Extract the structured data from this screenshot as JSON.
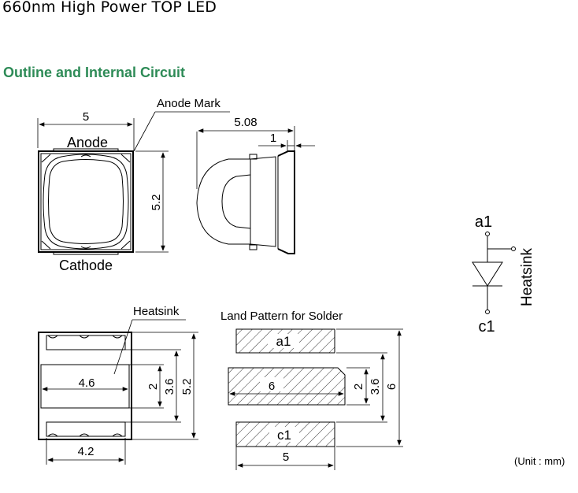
{
  "header": {
    "title": "660nm High Power TOP LED"
  },
  "section": {
    "title": "Outline and Internal Circuit"
  },
  "top_view": {
    "width_dim": "5",
    "height_dim": "5.2",
    "anode_label": "Anode",
    "cathode_label": "Cathode",
    "anode_mark_label": "Anode Mark"
  },
  "side_view": {
    "length_dim": "5.08",
    "thickness_dim": "1"
  },
  "bottom_view": {
    "heatsink_label": "Heatsink",
    "pad_width_dim": "4.6",
    "pad_height_dim": "2",
    "center_height_dim": "3.6",
    "total_height_dim": "5.2",
    "bottom_width_dim": "4.2"
  },
  "land_pattern": {
    "title": "Land Pattern for Solder",
    "pad_a_label": "a1",
    "pad_c_label": "c1",
    "center_width_dim": "6",
    "center_height_dim": "2",
    "inner_height_dim": "3.6",
    "total_height_dim": "6",
    "pad_width_dim": "5"
  },
  "circuit": {
    "anode_label": "a1",
    "cathode_label": "c1",
    "heatsink_label": "Heatsink"
  },
  "footer": {
    "unit_note": "(Unit : mm)"
  }
}
